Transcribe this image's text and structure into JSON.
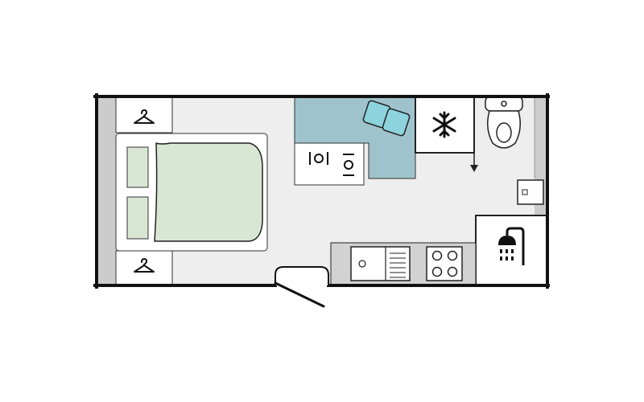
{
  "floorplan": {
    "zones": [
      {
        "id": "wardrobe-top",
        "kind": "wardrobe",
        "icon": "hanger-icon"
      },
      {
        "id": "wardrobe-bottom",
        "kind": "wardrobe",
        "icon": "hanger-icon"
      },
      {
        "id": "double-bed",
        "kind": "bed",
        "pillows": 2
      },
      {
        "id": "dinette",
        "kind": "seating",
        "cushions": 2
      },
      {
        "id": "dining-table",
        "kind": "table",
        "icons": [
          "cutlery-plate-icon",
          "cutlery-plate-icon"
        ]
      },
      {
        "id": "fridge",
        "kind": "appliance",
        "icon": "snowflake-icon"
      },
      {
        "id": "toilet",
        "kind": "fixture",
        "icon": "toilet-icon"
      },
      {
        "id": "washbasin",
        "kind": "fixture",
        "icon": "basin-icon"
      },
      {
        "id": "shower",
        "kind": "fixture",
        "icon": "shower-icon"
      },
      {
        "id": "kitchen-counter",
        "kind": "counter",
        "items": [
          "sink-icon",
          "drainer-icon",
          "hob-icon"
        ]
      },
      {
        "id": "entrance-door",
        "kind": "door",
        "icon": "door-swing-icon"
      }
    ],
    "colors": {
      "wall": "#111111",
      "floor": "#eeeeee",
      "end-wall-fill": "#cccccc",
      "bed": "#d8e6d3",
      "seating": "#9ec3cc",
      "cushion": "#8dd3dd",
      "fixture": "#ffffff",
      "counter": "#d2d2d2"
    }
  }
}
